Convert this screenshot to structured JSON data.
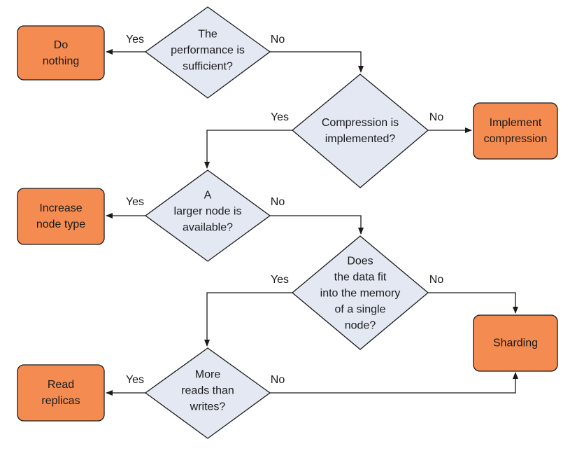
{
  "decisions": {
    "performance": "The\nperformance is\nsufficient?",
    "compression": "Compression is\nimplemented?",
    "larger_node": "A\nlarger node is\navailable?",
    "memory_fit": "Does\nthe data fit\ninto the memory\nof a single\nnode?",
    "reads_writes": "More\nreads than\nwrites?"
  },
  "actions": {
    "do_nothing": "Do\nnothing",
    "implement_compression": "Implement\ncompression",
    "increase_node_type": "Increase\nnode type",
    "sharding": "Sharding",
    "read_replicas": "Read\nreplicas"
  },
  "edge_labels": {
    "yes": "Yes",
    "no": "No"
  },
  "colors": {
    "decision_fill": "#e3e8f3",
    "action_fill": "#f48c52",
    "stroke": "#1a1a1a"
  }
}
